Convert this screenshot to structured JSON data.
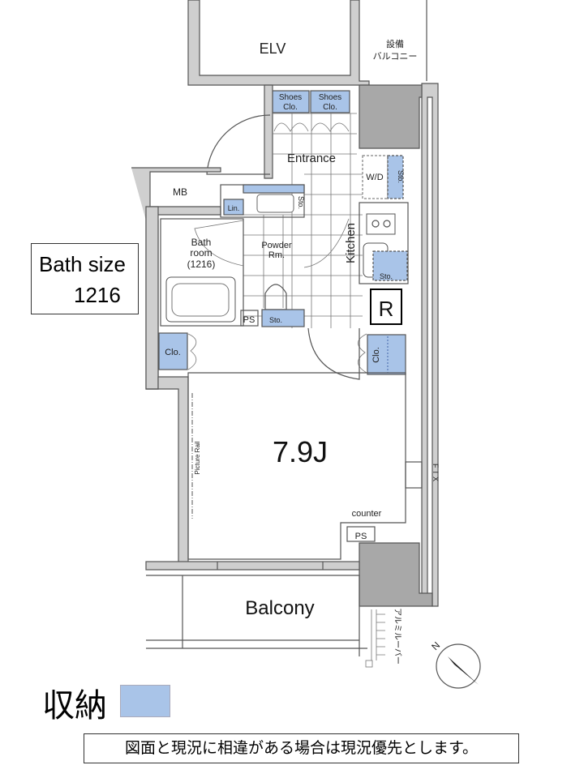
{
  "plan": {
    "elv": "ELV",
    "equip_balcony_1": "設備",
    "equip_balcony_2": "バルコニー",
    "shoes_clo_1": [
      "Shoes",
      "Clo."
    ],
    "shoes_clo_2": [
      "Shoes",
      "Clo."
    ],
    "entrance": "Entrance",
    "wd": "W/D",
    "sto_wd": "Sto.",
    "mb": "MB",
    "lin": "Lin.",
    "sto_powder": "Sto.",
    "bath_room": [
      "Bath",
      "room",
      "(1216)"
    ],
    "powder_room": [
      "Powder",
      "Rm."
    ],
    "kitchen": "Kitchen",
    "sto_kitchen": "Sto.",
    "refrigerator": "R",
    "ps_1": "PS",
    "sto_bottom": "Sto.",
    "clo_left": "Clo.",
    "clo_right": "Clo.",
    "main_room": "7.9J",
    "picture_rail": "Picture Rail",
    "fix": "FIX",
    "counter": "counter",
    "ps_2": "PS",
    "balcony": "Balcony",
    "louver": "アルミルーバー",
    "north": "N"
  },
  "bath_note": {
    "line1": "Bath size",
    "line2": "1216"
  },
  "legend": {
    "storage_label": "収納",
    "storage_color": "#a9c4e8"
  },
  "disclaimer": "図面と現況に相違がある場合は現況優先とします。"
}
